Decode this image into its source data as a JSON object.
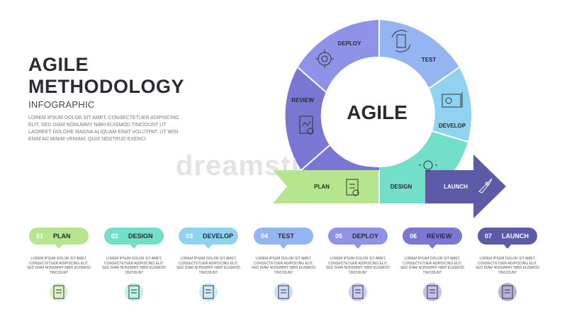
{
  "title_line1": "AGILE",
  "title_line2": "METHODOLOGY",
  "subtitle": "INFOGRAPHIC",
  "intro_text": "LOREM IPSUM DOLOR SIT AMET, CONSECTETUER ADIPISCING ELIT, SED DIAM NONUMMY NIBH EUISMOD TINCIDUNT UT LAOREET DOLORE MAGNA ALIQUAM ERAT VOLUTPAT. UT WISI ENIM AD MINIM VENIAM, QUIS NOSTRUD EXERCI",
  "watermark": "dreamstime",
  "center_label": "AGILE",
  "wheel": {
    "deploy": "DEPLOY",
    "test": "TEST",
    "develop": "DEVELOP",
    "design": "DESIGN",
    "plan": "PLAN",
    "review": "REVIEW",
    "launch": "LAUNCH"
  },
  "colors": {
    "plan": "#b5e58c",
    "design": "#72e0c8",
    "develop": "#8fd3f0",
    "test": "#95b5f2",
    "deploy": "#8f93e8",
    "review": "#7a76d4",
    "launch": "#5d5aa8",
    "title": "#2b2b33"
  },
  "steps": [
    {
      "num": "01",
      "label": "PLAN",
      "desc": "LOREM IPSUM DOLOR SIT AMET, CONSECTETUER ADIPISCING ELIT, SED DIAM NONUMMY NIBH EUISMOD TINCIDUNT",
      "icon": "clipboard-icon"
    },
    {
      "num": "02",
      "label": "DESIGN",
      "desc": "LOREM IPSUM DOLOR SIT AMET, CONSECTETUER ADIPISCING ELIT, SED DIAM NONUMMY NIBH EUISMOD TINCIDUNT",
      "icon": "lightbulb-icon"
    },
    {
      "num": "03",
      "label": "DEVELOP",
      "desc": "LOREM IPSUM DOLOR SIT AMET, CONSECTETUER ADIPISCING ELIT, SED DIAM NONUMMY NIBH EUISMOD TINCIDUNT",
      "icon": "blueprint-icon"
    },
    {
      "num": "04",
      "label": "TEST",
      "desc": "LOREM IPSUM DOLOR SIT AMET, CONSECTETUER ADIPISCING ELIT, SED DIAM NONUMMY NIBH EUISMOD TINCIDUNT",
      "icon": "test-cycle-icon"
    },
    {
      "num": "05",
      "label": "DEPLOY",
      "desc": "LOREM IPSUM DOLOR SIT AMET, CONSECTETUER ADIPISCING ELIT, SED DIAM NONUMMY NIBH EUISMOD TINCIDUNT",
      "icon": "gear-icon"
    },
    {
      "num": "06",
      "label": "REVIEW",
      "desc": "LOREM IPSUM DOLOR SIT AMET, CONSECTETUER ADIPISCING ELIT, SED DIAM NONUMMY NIBH EUISMOD TINCIDUNT",
      "icon": "report-icon"
    },
    {
      "num": "07",
      "label": "LAUNCH",
      "desc": "LOREM IPSUM DOLOR SIT AMET, CONSECTETUER ADIPISCING ELIT, SED DIAM NONUMMY NIBH EUISMOD TINCIDUNT",
      "icon": "rocket-icon"
    }
  ]
}
